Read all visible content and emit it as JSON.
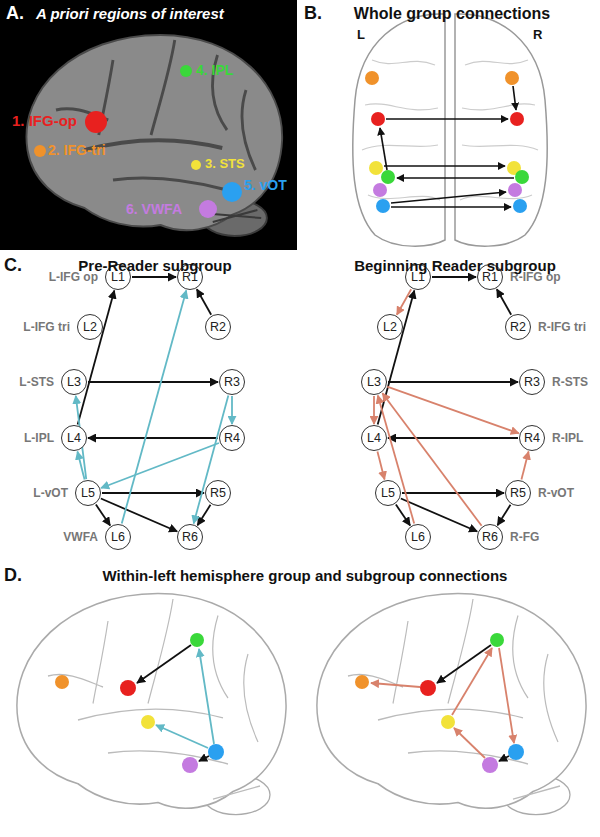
{
  "diagram": {
    "nodes": [
      {
        "text": [
          "L1",
          "L-IFG op"
        ]
      },
      {
        "text": [
          "R1"
        ]
      },
      {
        "text": [
          "L2",
          "L-IFG tri"
        ]
      },
      {
        "text": [
          "R2"
        ]
      },
      {
        "text": [
          "L3",
          "L-STS"
        ]
      },
      {
        "text": [
          "R3"
        ]
      },
      {
        "text": [
          "L4",
          "L-IPL"
        ]
      },
      {
        "text": [
          "R4"
        ]
      },
      {
        "text": [
          "L5",
          "L-vOT"
        ]
      },
      {
        "text": [
          "R5"
        ]
      },
      {
        "text": [
          "L6",
          "VWFA"
        ]
      },
      {
        "text": [
          "R6"
        ]
      },
      {
        "text": [
          "L1"
        ]
      },
      {
        "text": [
          "R1",
          "R-IFG op"
        ]
      },
      {
        "text": [
          "L2"
        ]
      },
      {
        "text": [
          "R2",
          "R-IFG tri"
        ]
      },
      {
        "text": [
          "L3"
        ]
      },
      {
        "text": [
          "R3",
          "R-STS"
        ]
      },
      {
        "text": [
          "L4"
        ]
      },
      {
        "text": [
          "R4",
          "R-IPL"
        ]
      },
      {
        "text": [
          "L5"
        ]
      },
      {
        "text": [
          "R5",
          "R-vOT"
        ]
      },
      {
        "text": [
          "L6"
        ]
      },
      {
        "text": [
          "R6",
          "R-FG"
        ]
      }
    ],
    "edges": [
      {
        "from": 6,
        "to": 0,
        "arrow": "to"
      },
      {
        "from": 0,
        "to": 1,
        "arrow": "to"
      },
      {
        "from": 3,
        "to": 1,
        "arrow": "to"
      },
      {
        "from": 4,
        "to": 5,
        "arrow": "to"
      },
      {
        "from": 7,
        "to": 6,
        "arrow": "to"
      },
      {
        "from": 8,
        "to": 9,
        "arrow": "to"
      },
      {
        "from": 8,
        "to": 10,
        "arrow": "to"
      },
      {
        "from": 8,
        "to": 11,
        "arrow": "to"
      },
      {
        "from": 9,
        "to": 11,
        "arrow": "to"
      },
      {
        "from": 10,
        "to": 1,
        "arrow": "to"
      },
      {
        "from": 5,
        "to": 7,
        "arrow": "to"
      },
      {
        "from": 5,
        "to": 11,
        "arrow": "to"
      },
      {
        "from": 7,
        "to": 8,
        "arrow": "to"
      },
      {
        "from": 8,
        "to": 4,
        "arrow": "to"
      },
      {
        "from": 8,
        "to": 6,
        "arrow": "to"
      },
      {
        "from": 18,
        "to": 12,
        "arrow": "to"
      },
      {
        "from": 12,
        "to": 13,
        "arrow": "to"
      },
      {
        "from": 15,
        "to": 13,
        "arrow": "to"
      },
      {
        "from": 16,
        "to": 17,
        "arrow": "to"
      },
      {
        "from": 19,
        "to": 18,
        "arrow": "to"
      },
      {
        "from": 20,
        "to": 21,
        "arrow": "to"
      },
      {
        "from": 20,
        "to": 22,
        "arrow": "to"
      },
      {
        "from": 20,
        "to": 23,
        "arrow": "to"
      },
      {
        "from": 21,
        "to": 23,
        "arrow": "to"
      },
      {
        "from": 12,
        "to": 14,
        "arrow": "to"
      },
      {
        "from": 16,
        "to": 18,
        "arrow": "to"
      },
      {
        "from": 18,
        "to": 20,
        "arrow": "to"
      },
      {
        "from": 22,
        "to": 16,
        "arrow": "to"
      },
      {
        "from": 16,
        "to": 19,
        "arrow": "to"
      },
      {
        "from": 23,
        "to": 16,
        "arrow": "to"
      },
      {
        "from": 21,
        "to": 19,
        "arrow": "to"
      }
    ],
    "labels": [
      "A.",
      "A priori regions of interest",
      "1. IFG-op",
      "2. IFG-tri",
      "3. STS",
      "4. IPL",
      "5. vOT",
      "6. VWFA",
      "B.",
      "Whole group connections",
      "L",
      "R",
      "C.",
      "Pre-Reader subgroup",
      "Beginning Reader subgroup",
      "D.",
      "Within-left hemisphere group and subgroup connections"
    ]
  }
}
